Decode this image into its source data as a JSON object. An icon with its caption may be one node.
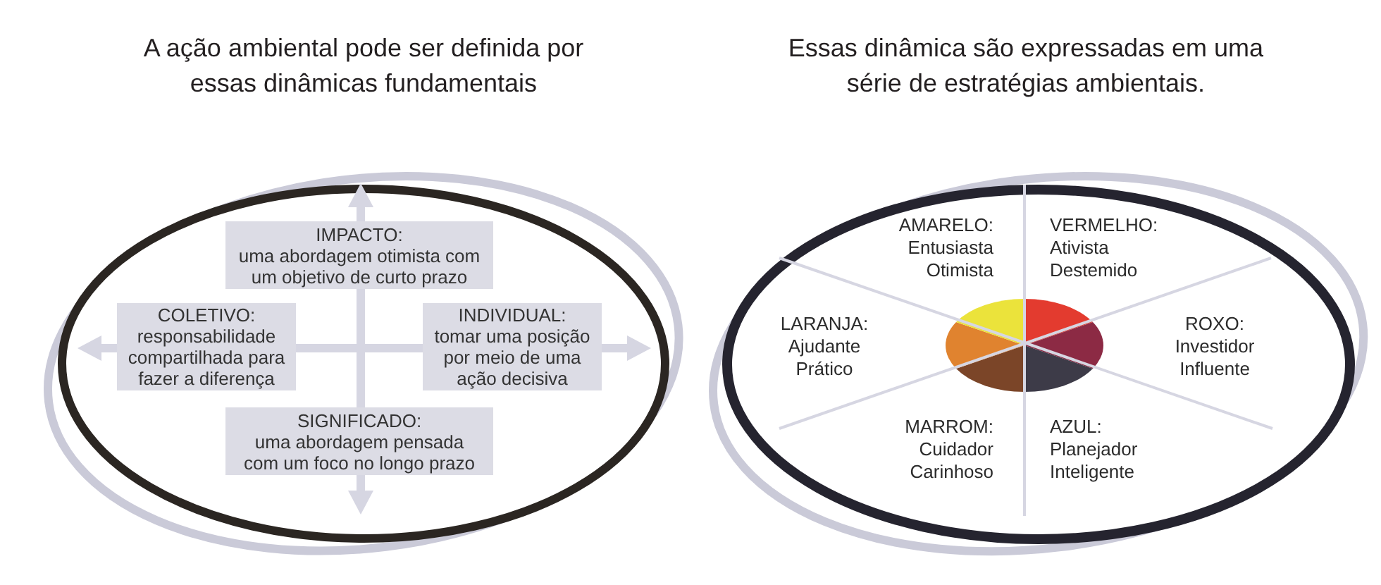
{
  "diagram": {
    "nodes": [
      {
        "text": [
          "A ação ambiental pode ser definida por essas dinâmicas fundamentais"
        ]
      },
      {
        "text": [
          "IMPACTO:",
          "uma abordagem otimista com um objetivo de curto prazo"
        ],
        "in": 0
      },
      {
        "text": [
          "COLETIVO:",
          "responsabilidade compartilhada para fazer a diferença"
        ],
        "in": 0
      },
      {
        "text": [
          "INDIVIDUAL:",
          "tomar uma posição por meio de uma ação decisiva"
        ],
        "in": 0
      },
      {
        "text": [
          "SIGNIFICADO:",
          "uma abordagem pensada com um foco no longo prazo"
        ],
        "in": 0
      },
      {
        "text": [
          "Essas dinâmica são expressadas em uma série de estratégias ambientais."
        ]
      }
    ],
    "labels": [
      "AMARELO:",
      "Entusiasta Otimista",
      "VERMELHO:",
      "Ativista Destemido",
      "LARANJA:",
      "Ajudante Prático",
      "ROXO:",
      "Investidor Influente",
      "MARROM:",
      "Cuidador Carinhoso",
      "AZUL:",
      "Planejador Inteligente"
    ]
  }
}
